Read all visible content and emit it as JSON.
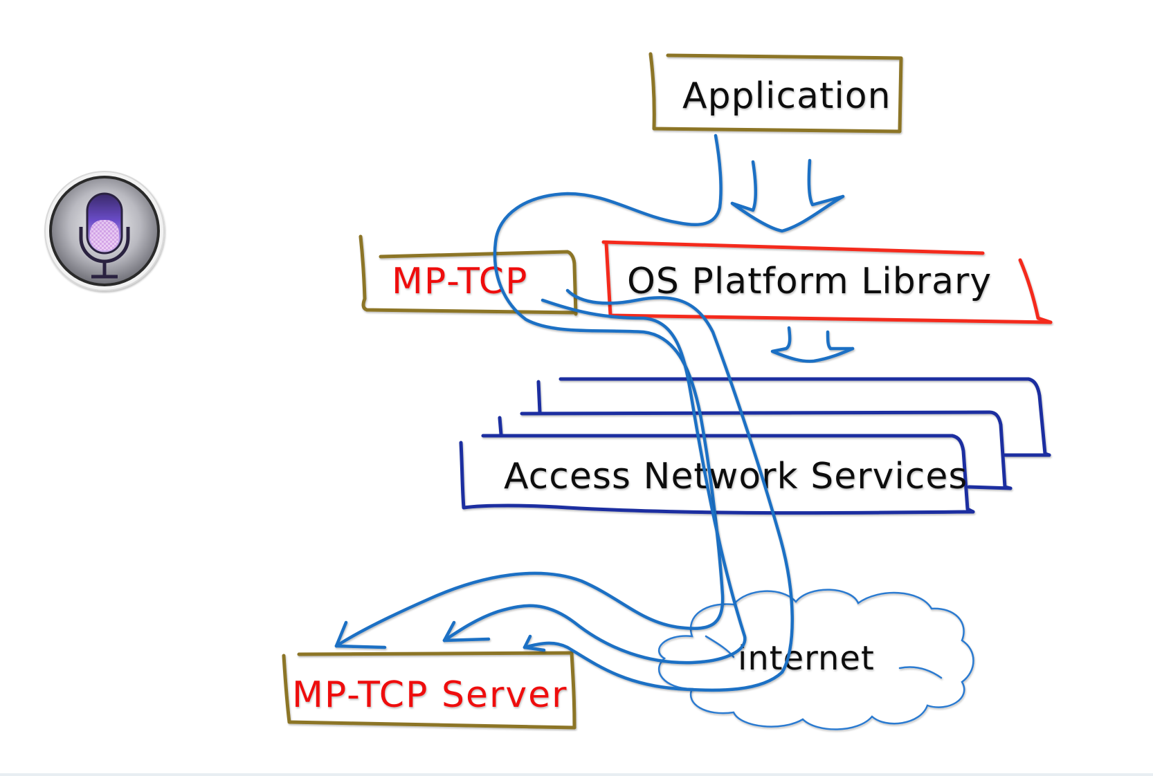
{
  "diagram": {
    "icon": {
      "name": "siri-microphone",
      "colors": {
        "ring": "#c8c8cc",
        "mic": "#7a4fd6"
      }
    },
    "boxes": {
      "application": {
        "label": "Application",
        "color": "#8c7428"
      },
      "mptcp_client": {
        "label": "MP-TCP",
        "color": "#8c7428",
        "text_color": "#ee1111"
      },
      "os_platform": {
        "label": "OS Platform Library",
        "color": "#f42a1f"
      },
      "access_network": {
        "label": "Access Network Services",
        "color": "#1a2fa0",
        "stack_count": 3
      },
      "internet": {
        "label": "internet",
        "color": "#2a7ad0"
      },
      "mptcp_server": {
        "label": "MP-TCP Server",
        "color": "#8c7428",
        "text_color": "#ee1111"
      }
    },
    "flows": {
      "color": "#1a6fc4",
      "paths": [
        "Application -> MP-TCP",
        "Application -> OS Platform Library",
        "OS Platform Library -> Access Network Services",
        "MP-TCP -> Access Network Services -> internet -> MP-TCP Server (subflow 1)",
        "MP-TCP -> Access Network Services -> internet -> MP-TCP Server (subflow 2)",
        "MP-TCP -> Access Network Services -> internet -> MP-TCP Server (subflow 3)"
      ]
    }
  }
}
